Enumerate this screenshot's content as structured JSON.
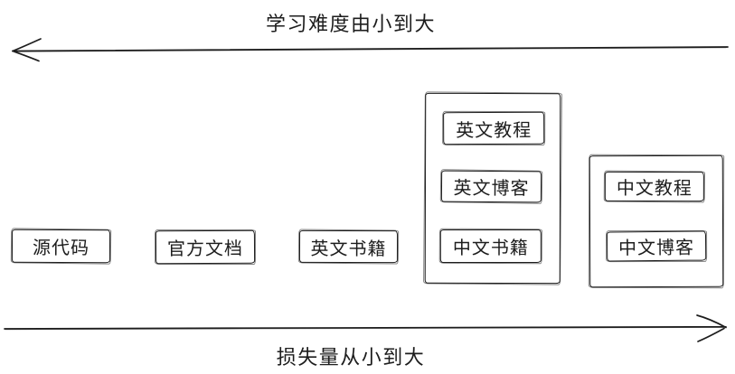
{
  "top_axis": {
    "label": "学习难度由小到大",
    "direction": "left"
  },
  "bottom_axis": {
    "label": "损失量从小到大",
    "direction": "right"
  },
  "nodes": [
    {
      "id": "source-code",
      "label": "源代码"
    },
    {
      "id": "official-docs",
      "label": "官方文档"
    },
    {
      "id": "english-books",
      "label": "英文书籍"
    }
  ],
  "groups": [
    {
      "id": "group-mixed",
      "items": [
        {
          "label": "英文教程"
        },
        {
          "label": "英文博客"
        },
        {
          "label": "中文书籍"
        }
      ]
    },
    {
      "id": "group-chinese",
      "items": [
        {
          "label": "中文教程"
        },
        {
          "label": "中文博客"
        }
      ]
    }
  ],
  "colors": {
    "stroke": "#1d1d1d",
    "background": "#ffffff"
  }
}
